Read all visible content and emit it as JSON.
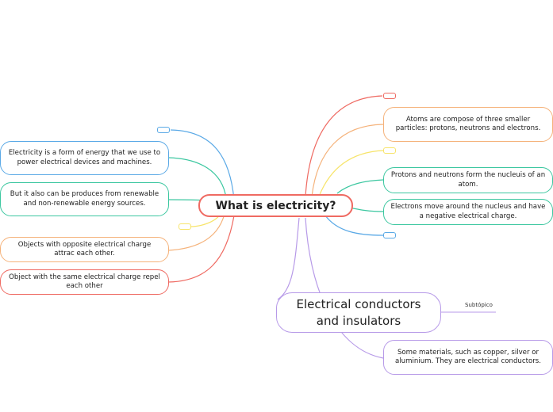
{
  "central": "What is electricity?",
  "left_nodes": [
    {
      "text": "Electricity is a form of energy that we use to power electrical devices and machines.",
      "color": "#5aa9e6"
    },
    {
      "text": "But it also can be produces from renewable and non-renewable energy sources.",
      "color": "#3cc7a0"
    },
    {
      "text": "Objects with opposite electrical charge attrac each other.",
      "color": "#f5b27a"
    },
    {
      "text": "Object with the same electrical charge repel each other",
      "color": "#ef6a62"
    }
  ],
  "right_nodes": [
    {
      "text": "Atoms are compose of three smaller particles: protons, neutrons and electrons.",
      "color": "#f5b27a"
    },
    {
      "text": "Protons and neutrons form the nucleuis of an atom.",
      "color": "#3cc7a0"
    },
    {
      "text": "Electrons move around the nucleus and have a negative electrical charge.",
      "color": "#3cc7a0"
    },
    {
      "text": "Some materials, such as copper, silver or aluminium. They are electrical conductors.",
      "color": "#b79ae8"
    }
  ],
  "big_topic": "Electrical conductors and insulators",
  "subtopic": "Subtópico",
  "colors": {
    "central": "#ef6a62",
    "blue": "#5aa9e6",
    "green": "#3cc7a0",
    "yellow": "#f7e46a",
    "orange": "#f5b27a",
    "red": "#ef6a62",
    "purple": "#b79ae8"
  }
}
